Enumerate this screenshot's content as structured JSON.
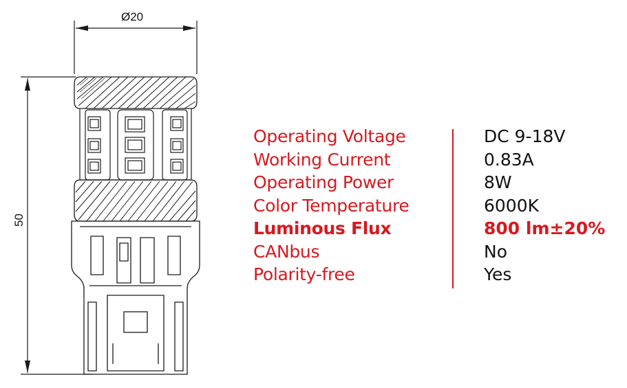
{
  "dimensions": {
    "diameter_label": "Ø20",
    "height_label": "50"
  },
  "specs": [
    {
      "label": "Operating Voltage",
      "value": "DC 9-18V",
      "highlight": false
    },
    {
      "label": "Working Current",
      "value": "0.83A",
      "highlight": false
    },
    {
      "label": "Operating Power",
      "value": "8W",
      "highlight": false
    },
    {
      "label": "Color Temperature",
      "value": "6000K",
      "highlight": false
    },
    {
      "label": "Luminous Flux",
      "value": "800 lm±20%",
      "highlight": true
    },
    {
      "label": "CANbus",
      "value": "No",
      "highlight": false
    },
    {
      "label": "Polarity-free",
      "value": "Yes",
      "highlight": false
    }
  ],
  "colors": {
    "accent": "#d7191f",
    "text": "#111111",
    "line": "#1a1a1a"
  }
}
